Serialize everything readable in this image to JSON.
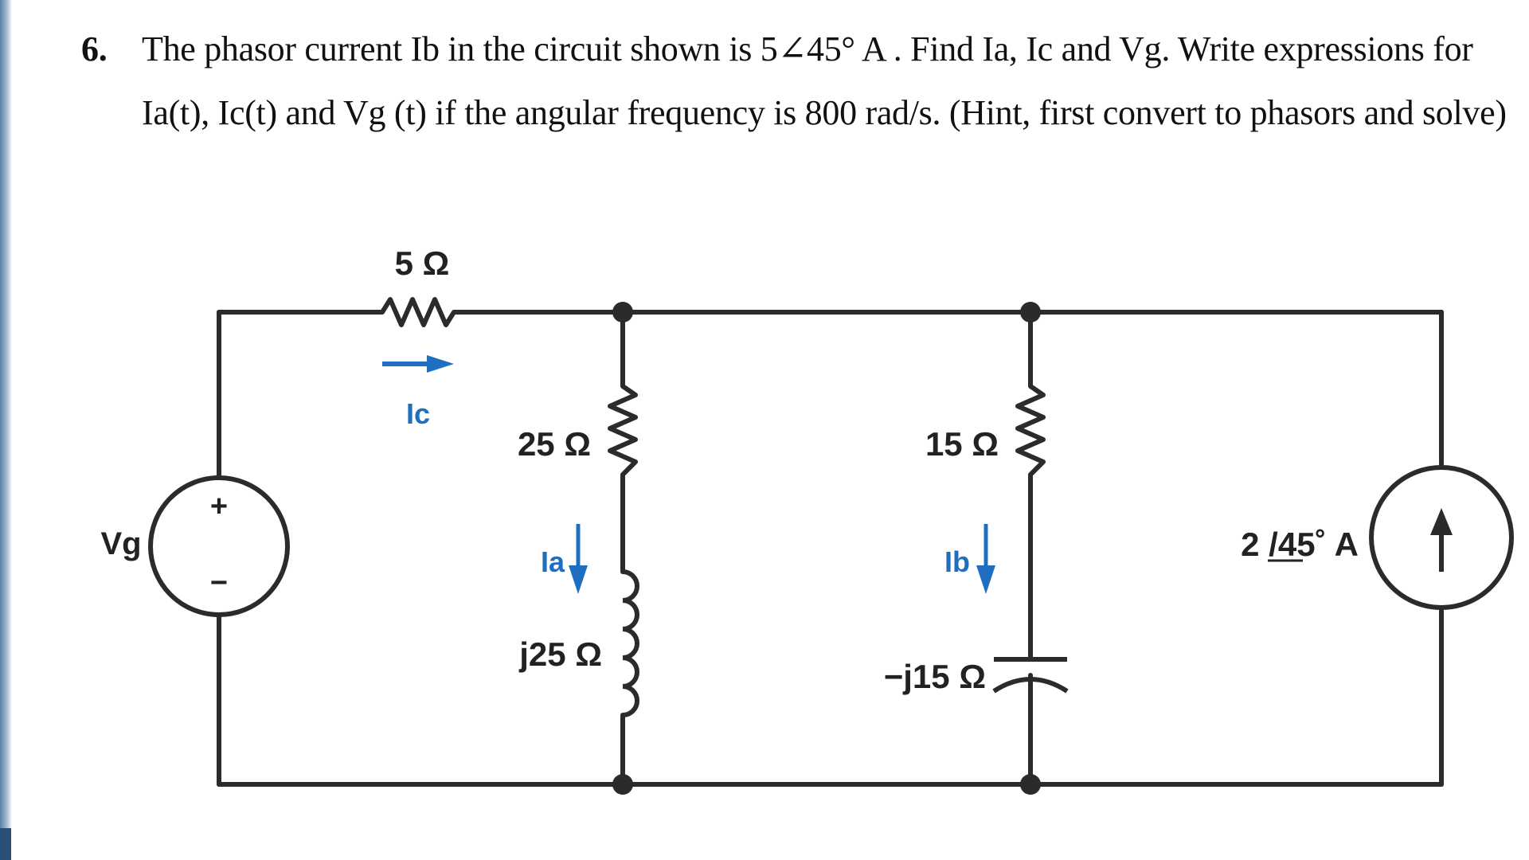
{
  "problem": {
    "number": "6.",
    "line1": "The phasor current Ib in the circuit shown is 5∠45° A .  Find Ia, Ic and Vg.  Write expressions for",
    "line2": "Ia(t), Ic(t) and Vg (t) if the angular frequency is 800 rad/s. (Hint, first convert to phasors and solve)"
  },
  "circuit": {
    "labels": {
      "r_series": "5 Ω",
      "r_a": "25 Ω",
      "l_a": "j25 Ω",
      "r_b": "15 Ω",
      "c_b": "−j15 Ω",
      "source_current": "2 /45˚ A",
      "vg": "Vg",
      "ic": "Ic",
      "ia": "Ia",
      "ib": "Ib",
      "plus": "+",
      "minus": "−"
    },
    "colors": {
      "wire": "#2b2b2b",
      "arrow": "#1f6fc0"
    }
  }
}
